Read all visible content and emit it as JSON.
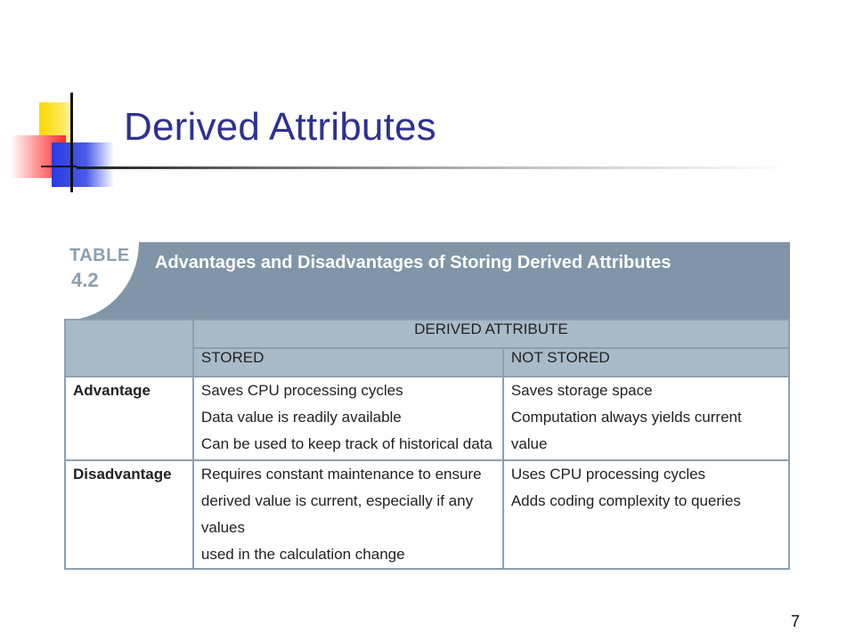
{
  "slide": {
    "title": "Derived Attributes",
    "page_number": "7"
  },
  "table": {
    "label_word": "TABLE",
    "label_number": "4.2",
    "caption": "Advantages and Disadvantages of Storing Derived Attributes",
    "group_header": "DERIVED ATTRIBUTE",
    "columns": [
      "STORED",
      "NOT STORED"
    ],
    "rows": [
      {
        "header": "Advantage",
        "stored": [
          "Saves CPU processing cycles",
          "Data value is readily available",
          "Can be used to keep track of historical data"
        ],
        "not_stored": [
          "Saves storage space",
          "Computation always yields current value"
        ]
      },
      {
        "header": "Disadvantage",
        "stored": [
          "Requires constant maintenance to ensure",
          "derived value is current, especially if any values",
          "used in the calculation change"
        ],
        "not_stored": [
          "Uses CPU processing cycles",
          "Adds coding complexity to queries"
        ]
      }
    ]
  },
  "colors": {
    "title": "#2e3192",
    "table_header": "#8095a8",
    "table_subheader": "#a9bac8"
  }
}
